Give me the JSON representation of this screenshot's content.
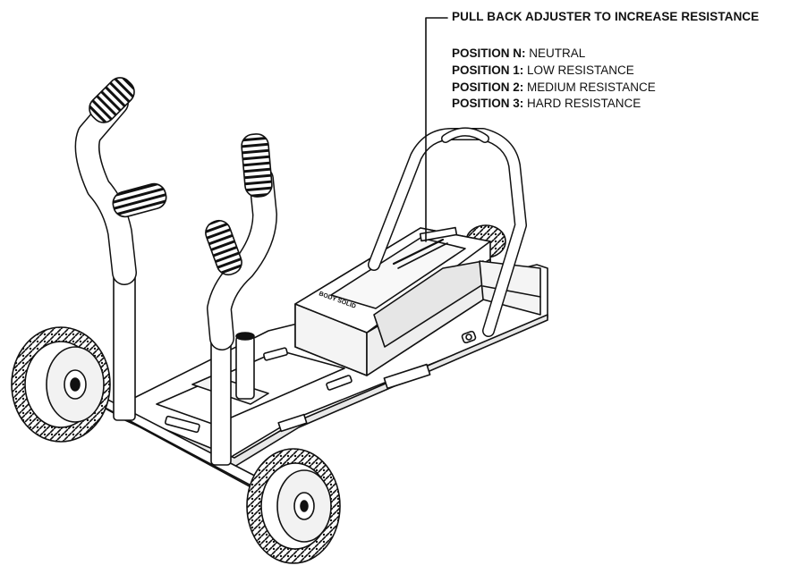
{
  "callout": {
    "title": "PULL BACK ADJUSTER TO INCREASE RESISTANCE",
    "positions": [
      {
        "label": "POSITION N:",
        "desc": "NEUTRAL"
      },
      {
        "label": "POSITION 1:",
        "desc": "LOW RESISTANCE"
      },
      {
        "label": "POSITION 2:",
        "desc": "MEDIUM RESISTANCE"
      },
      {
        "label": "POSITION 3:",
        "desc": "HARD RESISTANCE"
      }
    ]
  },
  "device": {
    "brand_plate": "BODY SOLID"
  },
  "colors": {
    "line": "#111111",
    "fill": "#ffffff",
    "shade": "#cfcfcf"
  }
}
